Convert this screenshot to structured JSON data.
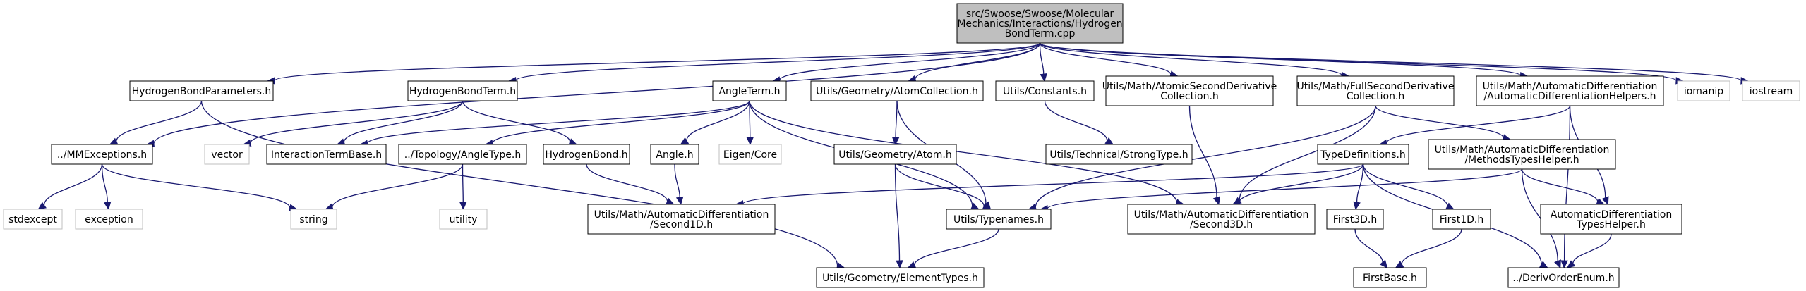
{
  "graph": {
    "colors": {
      "edge": "#191970",
      "root_fill": "#bfbfbf",
      "node_border": "#000000",
      "external_border": "#bfbfbf"
    },
    "nodes": {
      "root": [
        "src/Swoose/Swoose/Molecular",
        "Mechanics/Interactions/Hydrogen",
        "BondTerm.cpp"
      ],
      "mmexceptions": [
        "../MMExceptions.h"
      ],
      "hbparams": [
        "HydrogenBondParameters.h"
      ],
      "hbterm": [
        "HydrogenBondTerm.h"
      ],
      "angleterm": [
        "AngleTerm.h"
      ],
      "atomcollection": [
        "Utils/Geometry/AtomCollection.h"
      ],
      "constants": [
        "Utils/Constants.h"
      ],
      "atomicsecond": [
        "Utils/Math/AtomicSecondDerivative",
        "Collection.h"
      ],
      "fullsecond": [
        "Utils/Math/FullSecondDerivative",
        "Collection.h"
      ],
      "adhelpers": [
        "Utils/Math/AutomaticDifferentiation",
        "/AutomaticDifferentiationHelpers.h"
      ],
      "iomanip": [
        "iomanip"
      ],
      "iostream": [
        "iostream"
      ],
      "vector": [
        "vector"
      ],
      "interactiontermbase": [
        "InteractionTermBase.h"
      ],
      "angletype": [
        "../Topology/AngleType.h"
      ],
      "hydrogenbond": [
        "HydrogenBond.h"
      ],
      "angle": [
        "Angle.h"
      ],
      "eigencore": [
        "Eigen/Core"
      ],
      "atom": [
        "Utils/Geometry/Atom.h"
      ],
      "strongtype": [
        "Utils/Technical/StrongType.h"
      ],
      "typedefs": [
        "TypeDefinitions.h"
      ],
      "methodstypeshelper": [
        "Utils/Math/AutomaticDifferentiation",
        "/MethodsTypesHelper.h"
      ],
      "stdexcept": [
        "stdexcept"
      ],
      "exception": [
        "exception"
      ],
      "string": [
        "string"
      ],
      "utility": [
        "utility"
      ],
      "second1d": [
        "Utils/Math/AutomaticDifferentiation",
        "/Second1D.h"
      ],
      "typenames": [
        "Utils/Typenames.h"
      ],
      "second3d": [
        "Utils/Math/AutomaticDifferentiation",
        "/Second3D.h"
      ],
      "first3d": [
        "First3D.h"
      ],
      "first1d": [
        "First1D.h"
      ],
      "adtypeshelper": [
        "AutomaticDifferentiation",
        "TypesHelper.h"
      ],
      "elementtypes": [
        "Utils/Geometry/ElementTypes.h"
      ],
      "firstbase": [
        "FirstBase.h"
      ],
      "derivorderenum": [
        "../DerivOrderEnum.h"
      ]
    }
  }
}
